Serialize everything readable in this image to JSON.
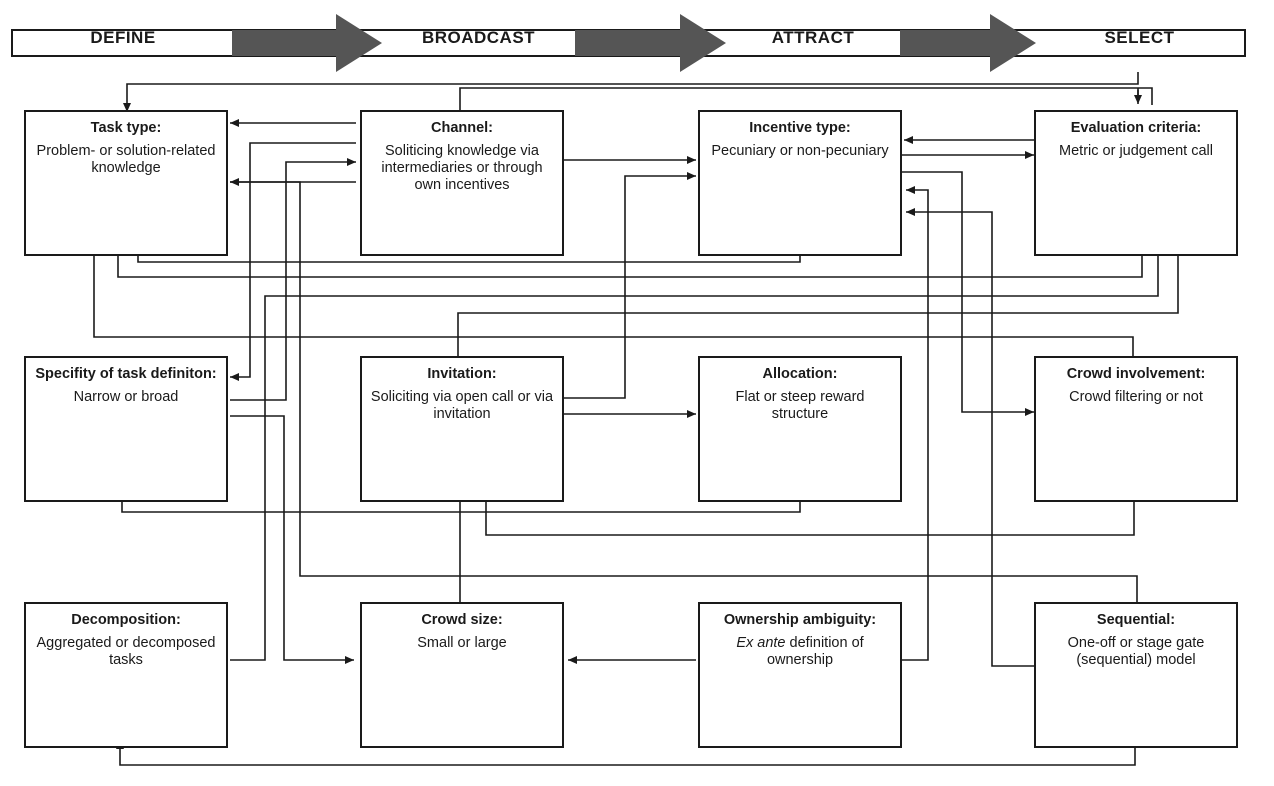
{
  "stages": [
    "DEFINE",
    "BROADCAST",
    "ATTRACT",
    "SELECT"
  ],
  "boxes": {
    "task_type": {
      "title": "Task type:",
      "desc": "Problem- or solution-related knowledge"
    },
    "channel": {
      "title": "Channel:",
      "desc": "Soliticing knowledge via intermediaries or through own incentives"
    },
    "incentive_type": {
      "title": "Incentive type:",
      "desc": "Pecuniary or non-pecuniary"
    },
    "evaluation_criteria": {
      "title": "Evaluation criteria:",
      "desc": "Metric or judgement call"
    },
    "specifity": {
      "title": "Specifity of task definiton:",
      "desc": "Narrow or broad"
    },
    "invitation": {
      "title": "Invitation:",
      "desc": "Soliciting via open call or via invitation"
    },
    "allocation": {
      "title": "Allocation:",
      "desc": "Flat or steep reward structure"
    },
    "crowd_involvement": {
      "title": "Crowd involvement:",
      "desc": "Crowd filtering or not"
    },
    "decomposition": {
      "title": "Decomposition:",
      "desc": "Aggregated or decomposed tasks"
    },
    "crowd_size": {
      "title": "Crowd size:",
      "desc": "Small or large"
    },
    "ownership_ambiguity": {
      "title": "Ownership ambiguity:",
      "desc_em": "Ex ante",
      "desc_rest": " definition of ownership"
    },
    "sequential": {
      "title": "Sequential:",
      "desc": "One-off or stage gate (sequential) model"
    }
  },
  "colors": {
    "line": "#1a1a1a",
    "arrow_fill": "#555555",
    "banner_bg": "#ffffff"
  }
}
